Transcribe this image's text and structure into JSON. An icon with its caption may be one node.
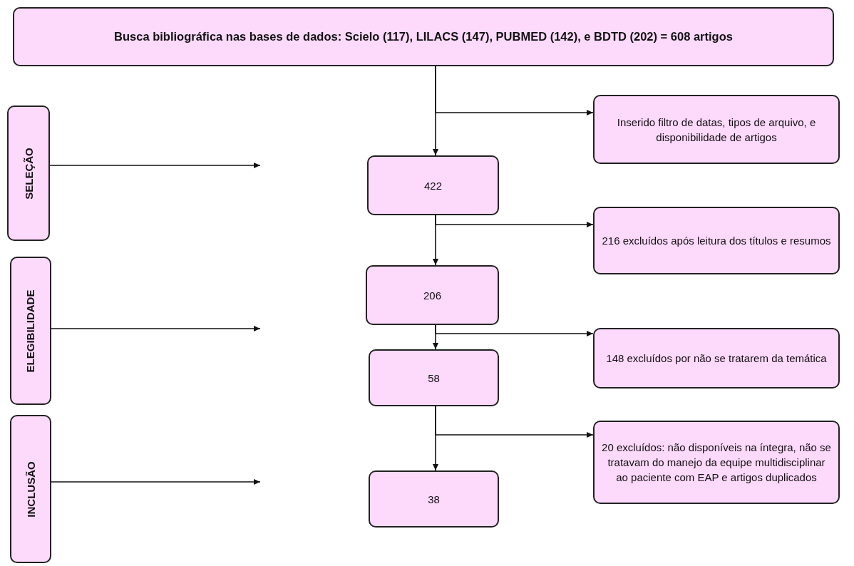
{
  "diagram": {
    "nodes": [
      {
        "text": [
          "Busca bibliográfica nas bases de dados: Scielo (117), LILACS (147), PUBMED (142), e BDTD (202) = 608 artigos"
        ]
      },
      {
        "text": [
          "SELEÇÃO"
        ]
      },
      {
        "text": [
          "ELEGIBILIDADE"
        ]
      },
      {
        "text": [
          "INCLUSÃO"
        ]
      },
      {
        "text": [
          "Inserido filtro de datas, tipos de arquivo,  e disponibilidade de artigos"
        ]
      },
      {
        "text": [
          "422"
        ]
      },
      {
        "text": [
          "216 excluídos após leitura dos títulos e resumos"
        ]
      },
      {
        "text": [
          "206"
        ]
      },
      {
        "text": [
          "148 excluídos por não se tratarem da temática"
        ]
      },
      {
        "text": [
          "58"
        ]
      },
      {
        "text": [
          "20 excluídos: não disponíveis na íntegra, não se tratavam do manejo da equipe multidisciplinar ao paciente com EAP e artigos duplicados"
        ]
      },
      {
        "text": [
          "38"
        ]
      }
    ],
    "edges": [
      {
        "from": 0,
        "to": 5,
        "arrow": "to"
      },
      {
        "from": 0,
        "to": 4,
        "arrow": "to"
      },
      {
        "from": 5,
        "to": 7,
        "arrow": "to"
      },
      {
        "from": 5,
        "to": 6,
        "arrow": "to"
      },
      {
        "from": 7,
        "to": 9,
        "arrow": "to"
      },
      {
        "from": 7,
        "to": 8,
        "arrow": "to"
      },
      {
        "from": 9,
        "to": 11,
        "arrow": "to"
      },
      {
        "from": 9,
        "to": 10,
        "arrow": "to"
      },
      {
        "from": 1,
        "to": null,
        "arrow": "to"
      },
      {
        "from": 2,
        "to": null,
        "arrow": "to"
      },
      {
        "from": 3,
        "to": null,
        "arrow": "to"
      }
    ]
  }
}
